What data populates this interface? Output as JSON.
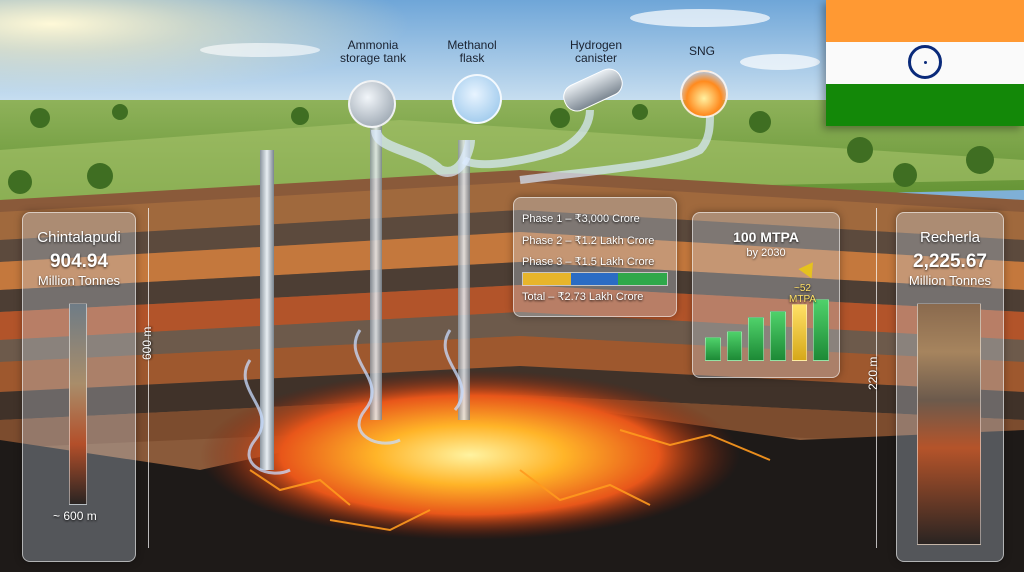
{
  "left_panel": {
    "name": "Chintalapudi",
    "value": "904.94",
    "unit": "Million Tonnes",
    "depth_bottom": "~ 600 m",
    "depth_side": "600 m"
  },
  "right_panel": {
    "name": "Recherla",
    "value": "2,225.67",
    "unit": "Million Tonnes",
    "depth_side": "220 m"
  },
  "products": [
    {
      "label": "Ammonia\nstorage tank",
      "icon": "tank-icon"
    },
    {
      "label": "Methanol\nflask",
      "icon": "flask-icon"
    },
    {
      "label": "Hydrogen\ncanister",
      "icon": "canister-icon"
    },
    {
      "label": "SNG",
      "icon": "flame-icon"
    }
  ],
  "investment": {
    "phases": [
      "Phase 1 – ₹3,000 Crore",
      "Phase 2 – ₹1.2 Lakh Crore",
      "Phase 3 – ₹1.5 Lakh Crore"
    ],
    "total": "Total – ₹2.73 Lakh Crore",
    "bar_shares": [
      0.33,
      0.33,
      0.34
    ],
    "colors": [
      "#e7b52b",
      "#2b6cc4",
      "#2fa84a"
    ]
  },
  "target": {
    "title": "100 MTPA",
    "subtitle": "by 2030",
    "bar_label": "~52\nMTPA",
    "bar_values": [
      0.25,
      0.32,
      0.48,
      0.55,
      0.62,
      0.68
    ],
    "highlight_bar": 4
  },
  "flag": {
    "saffron": "#ff9933",
    "white": "#ffffff",
    "green": "#138808",
    "chakra": "#0a2a7a"
  }
}
